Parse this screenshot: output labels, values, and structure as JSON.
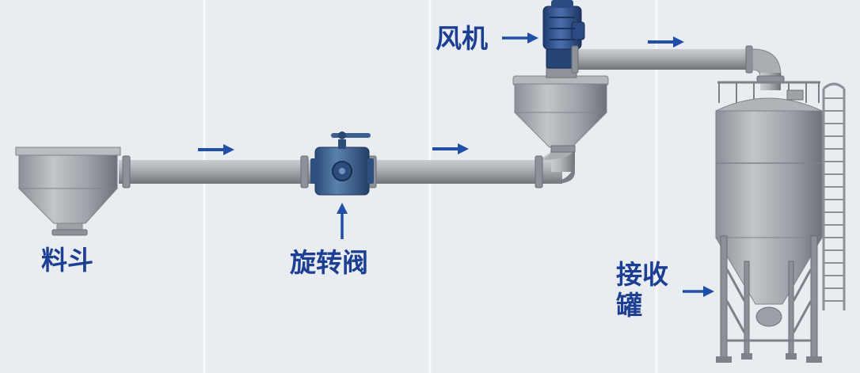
{
  "labels": {
    "hopper": "料斗",
    "rotary_valve": "旋转阀",
    "blower": "风机",
    "receiving_tank_line1": "接收",
    "receiving_tank_line2": "罐"
  },
  "colors": {
    "background": "#e9edf1",
    "label": "#1c3f93",
    "arrow": "#1f4fa8",
    "pipe": "#9ea3a9",
    "steel": "#a3a8ae",
    "valve_blue": "#3f6792",
    "motor_blue": "#2e4f8c"
  },
  "icons": [
    "flow-arrow-icon",
    "pointer-arrow-icon"
  ]
}
